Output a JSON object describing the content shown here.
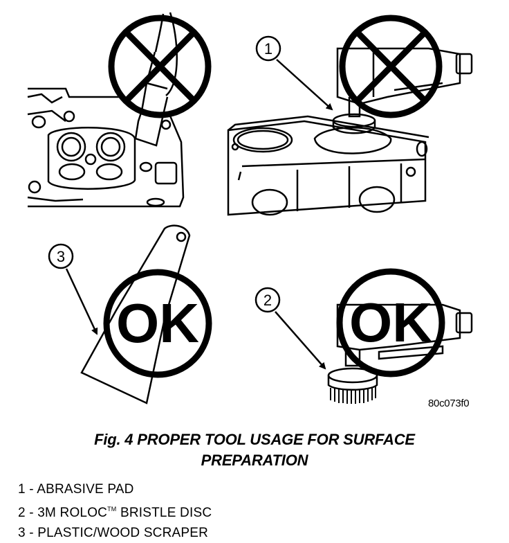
{
  "figure": {
    "ok_label": "OK",
    "callouts": {
      "abrasive_pad": "1",
      "bristle_disc": "2",
      "scraper": "3"
    },
    "image_id": "80c073f0"
  },
  "caption": {
    "line1": "Fig. 4 PROPER TOOL USAGE FOR SURFACE",
    "line2": "PREPARATION"
  },
  "legend": {
    "items": [
      {
        "text": "1 - ABRASIVE PAD"
      },
      {
        "prefix": "2 - 3M ROLOC",
        "mark": "TM",
        "suffix": " BRISTLE DISC"
      },
      {
        "text": "3 - PLASTIC/WOOD SCRAPER"
      }
    ]
  },
  "colors": {
    "ink": "#000000",
    "paper": "#ffffff"
  }
}
